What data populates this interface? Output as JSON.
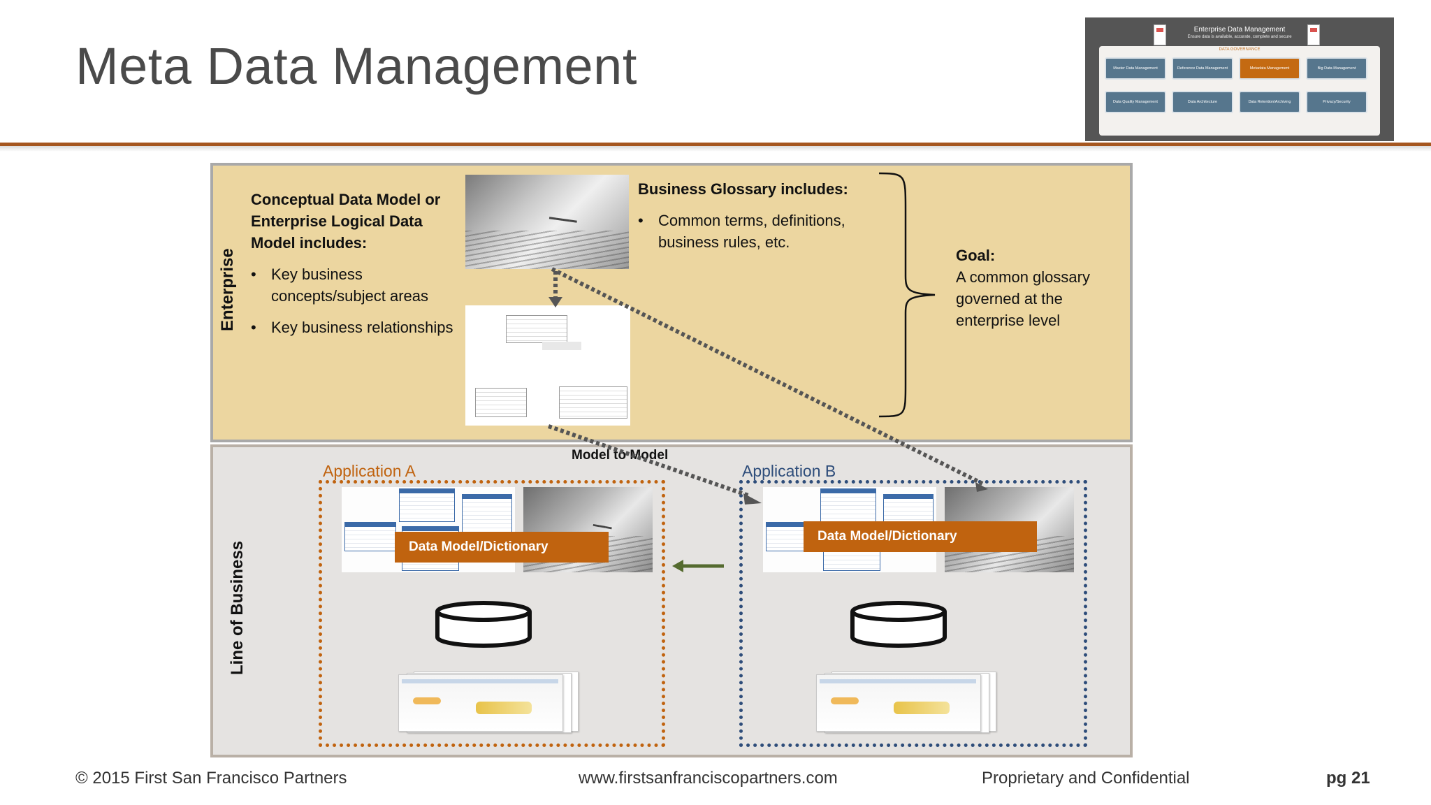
{
  "slide": {
    "title": "Meta Data Management"
  },
  "thumbnail": {
    "title": "Enterprise Data Management",
    "subtitle": "Ensure data is available, accurate, complete and secure",
    "governance": "DATA GOVERNANCE",
    "cells": [
      "Master Data Management",
      "Reference Data Management",
      "Metadata Management",
      "Big Data Management",
      "Data Quality Management",
      "Data Architecture",
      "Data Retention/Archiving",
      "Privacy/Security"
    ],
    "highlight_color": "#c46a12"
  },
  "enterprise": {
    "label": "Enterprise",
    "conceptual_heading": "Conceptual Data Model or Enterprise Logical Data Model includes:",
    "conceptual_items": [
      "Key business concepts/subject areas",
      "Key business relationships"
    ],
    "glossary_heading": "Business Glossary includes:",
    "glossary_items": [
      "Common terms, definitions, business rules, etc."
    ],
    "goal_heading": "Goal:",
    "goal_text": "A common glossary governed at the enterprise level"
  },
  "line_of_business": {
    "label": "Line of Business",
    "model_to_model": "Model to Model",
    "app_a": {
      "label": "Application A",
      "color": "#c0630f",
      "dm_label": "Data Model/Dictionary"
    },
    "app_b": {
      "label": "Application B",
      "color": "#2e4d7a",
      "dm_label": "Data Model/Dictionary"
    },
    "arrow_color": "#556b2f"
  },
  "footer": {
    "copyright": "© 2015 First San Francisco Partners",
    "website": "www.firstsanfranciscopartners.com",
    "confidential": "Proprietary and Confidential",
    "page": "pg 21"
  }
}
